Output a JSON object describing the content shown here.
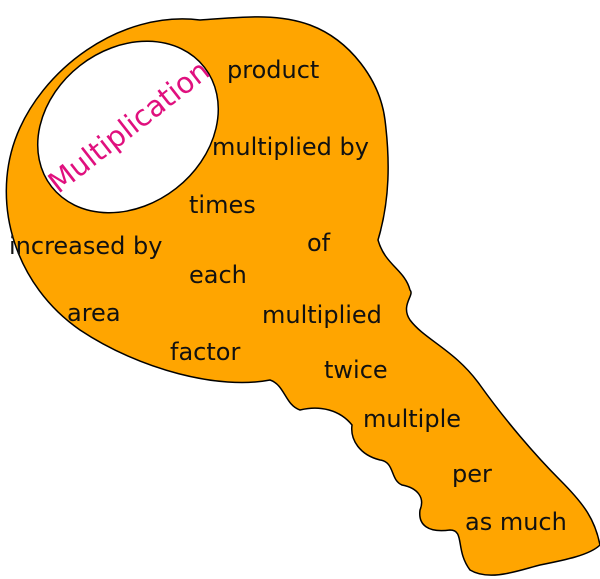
{
  "title": "Multiplication",
  "words": {
    "product": "product",
    "multiplied_by": "multiplied by",
    "times": "times",
    "increased_by": "increased by",
    "of": "of",
    "each": "each",
    "area": "area",
    "multiplied": "multiplied",
    "factor": "factor",
    "twice": "twice",
    "multiple": "multiple",
    "per": "per",
    "as_much": "as much"
  },
  "colors": {
    "key_fill": "#FFA500",
    "outline": "#000000",
    "title": "#E0107E",
    "text": "#111111"
  }
}
